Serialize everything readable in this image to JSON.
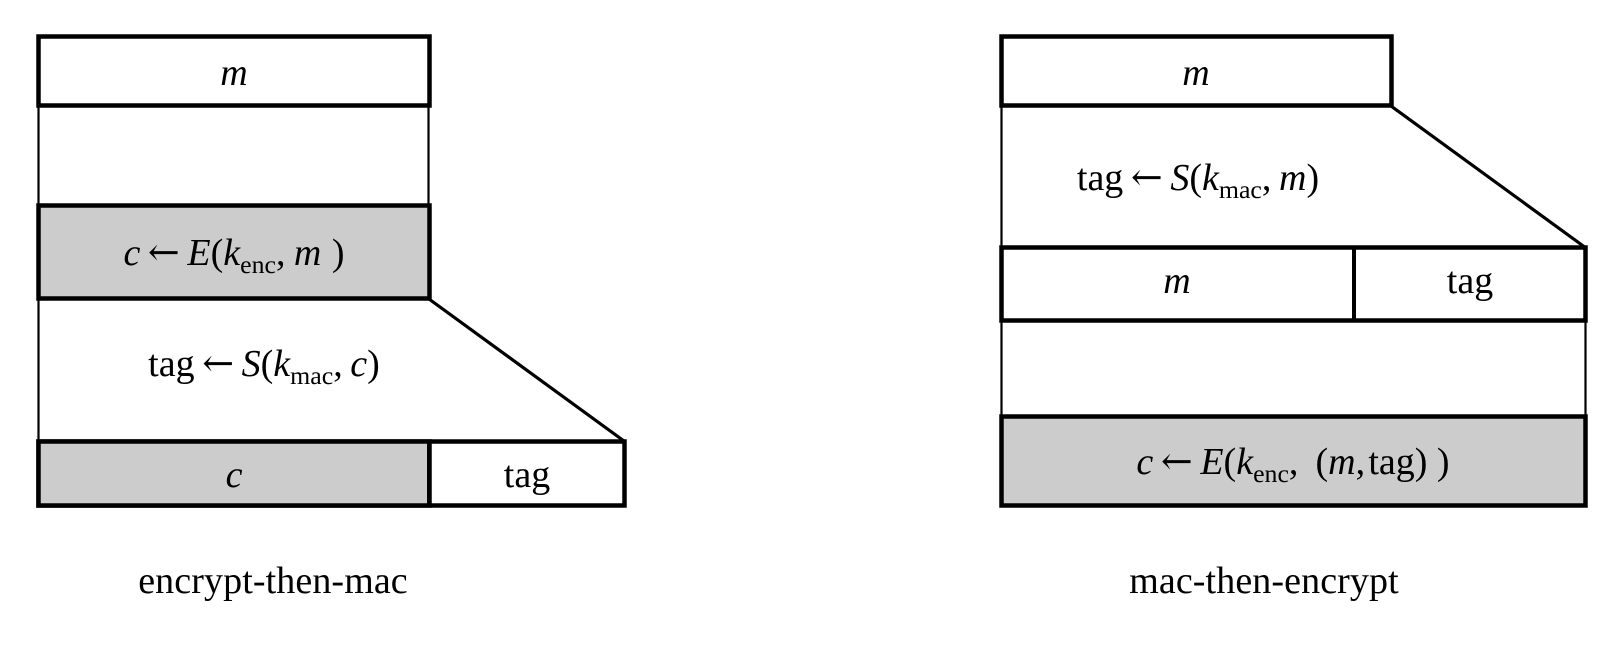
{
  "figure": {
    "type": "diagram",
    "description": "Two authenticated-encryption construction diagrams: encrypt-then-mac and mac-then-encrypt",
    "colors": {
      "stroke": "#000000",
      "highlight_fill": "#cccccc",
      "background": "#ffffff"
    }
  },
  "panels": [
    {
      "id": "encrypt-then-mac",
      "caption": "encrypt-then-mac",
      "rows": [
        {
          "id": "plaintext-row",
          "kind": "block",
          "shaded": false,
          "cells": [
            {
              "id": "m-cell",
              "label": "m",
              "style": "italic",
              "shaded": false
            }
          ]
        },
        {
          "id": "encrypt-step-row",
          "kind": "block",
          "shaded": true,
          "expression": {
            "lhs": "c",
            "arrow": "←",
            "fn": "E",
            "open": "(",
            "key": "k",
            "key_sub": "enc",
            "comma": ",",
            "arg": "m",
            "close": ")"
          },
          "plain_text": "c ← E(k_enc, m )"
        },
        {
          "id": "mac-step-row",
          "kind": "annotation",
          "shaded": false,
          "expression": {
            "lhs": "tag",
            "arrow": "←",
            "fn": "S",
            "open": "(",
            "key": "k",
            "key_sub": "mac",
            "comma": ",",
            "arg": "c",
            "close": ")"
          },
          "plain_text": "tag ← S(k_mac, c)"
        },
        {
          "id": "output-row",
          "kind": "block",
          "shaded": false,
          "cells": [
            {
              "id": "c-cell",
              "label": "c",
              "style": "italic",
              "shaded": true
            },
            {
              "id": "tag-cell",
              "label": "tag",
              "style": "upright",
              "shaded": false
            }
          ]
        }
      ]
    },
    {
      "id": "mac-then-encrypt",
      "caption": "mac-then-encrypt",
      "rows": [
        {
          "id": "plaintext-row",
          "kind": "block",
          "shaded": false,
          "cells": [
            {
              "id": "m-cell",
              "label": "m",
              "style": "italic",
              "shaded": false
            }
          ]
        },
        {
          "id": "mac-step-row",
          "kind": "annotation",
          "shaded": false,
          "expression": {
            "lhs": "tag",
            "arrow": "←",
            "fn": "S",
            "open": "(",
            "key": "k",
            "key_sub": "mac",
            "comma": ",",
            "arg": "m",
            "close": ")"
          },
          "plain_text": "tag ← S(k_mac, m)"
        },
        {
          "id": "intermediate-row",
          "kind": "block",
          "shaded": false,
          "cells": [
            {
              "id": "m-cell",
              "label": "m",
              "style": "italic",
              "shaded": false
            },
            {
              "id": "tag-cell",
              "label": "tag",
              "style": "upright",
              "shaded": false
            }
          ]
        },
        {
          "id": "encrypt-step-row",
          "kind": "block",
          "shaded": true,
          "expression": {
            "lhs": "c",
            "arrow": "←",
            "fn": "E",
            "open": "(",
            "key": "k",
            "key_sub": "enc",
            "comma": ",",
            "arg": "(m, tag)",
            "close": ")"
          },
          "plain_text": "c ← E(k_enc, (m, tag) )"
        }
      ]
    }
  ],
  "symbols": {
    "arrow_left": "←",
    "paren_open": "(",
    "paren_close": ")",
    "comma": ",",
    "m": "m",
    "c": "c",
    "tag": "tag",
    "k": "k",
    "E": "E",
    "S": "S",
    "sub_enc": "enc",
    "sub_mac": "mac"
  }
}
